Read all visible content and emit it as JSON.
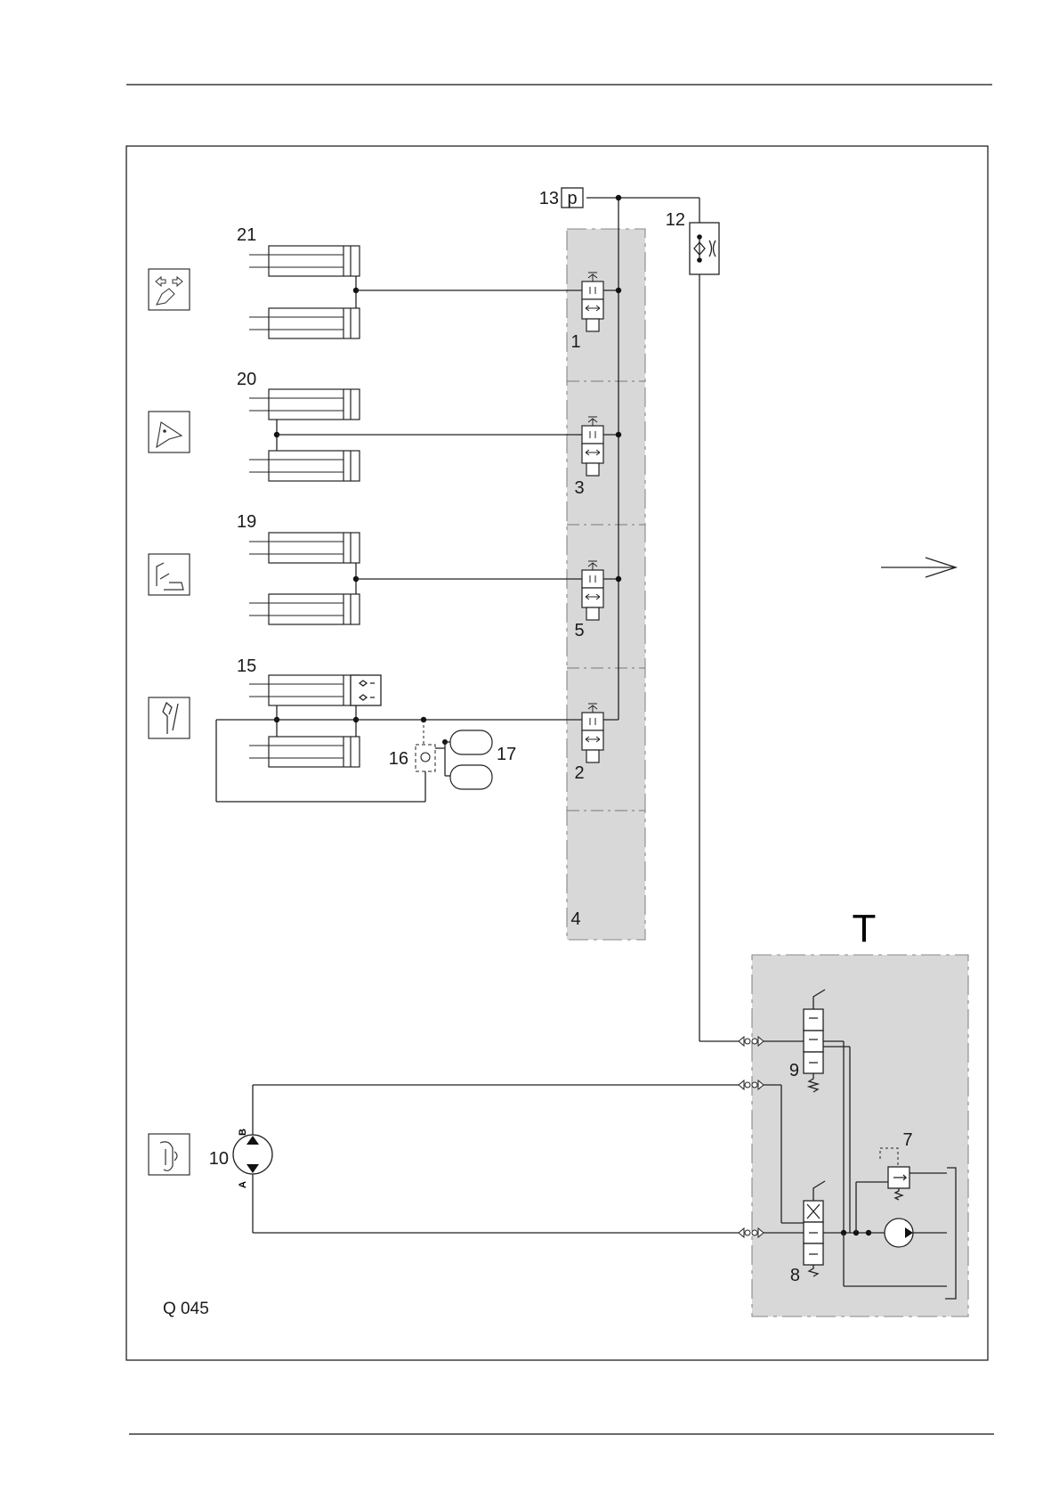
{
  "diagram": {
    "figure_code": "Q 045",
    "tank_label": "T",
    "pressure_sensor_letter": "p",
    "motor_ports": {
      "b": "B",
      "a": "A"
    },
    "labels": {
      "valve_1": "1",
      "valve_2": "2",
      "valve_3": "3",
      "valve_block_4": "4",
      "valve_5": "5",
      "valve_7": "7",
      "valve_8": "8",
      "valve_9": "9",
      "motor_10": "10",
      "restrictor_12": "12",
      "pressure_sensor_13": "13",
      "cylinder_15": "15",
      "check_valve_16": "16",
      "accumulator_17": "17",
      "cylinder_19": "19",
      "cylinder_20": "20",
      "cylinder_21": "21"
    },
    "function_icons": [
      "side-shift-icon",
      "tilt-icon",
      "seat-lift-icon",
      "lever-icon",
      "drive-motor-icon"
    ],
    "colors": {
      "block_fill": "#d8d8d8",
      "line": "#222222"
    }
  }
}
